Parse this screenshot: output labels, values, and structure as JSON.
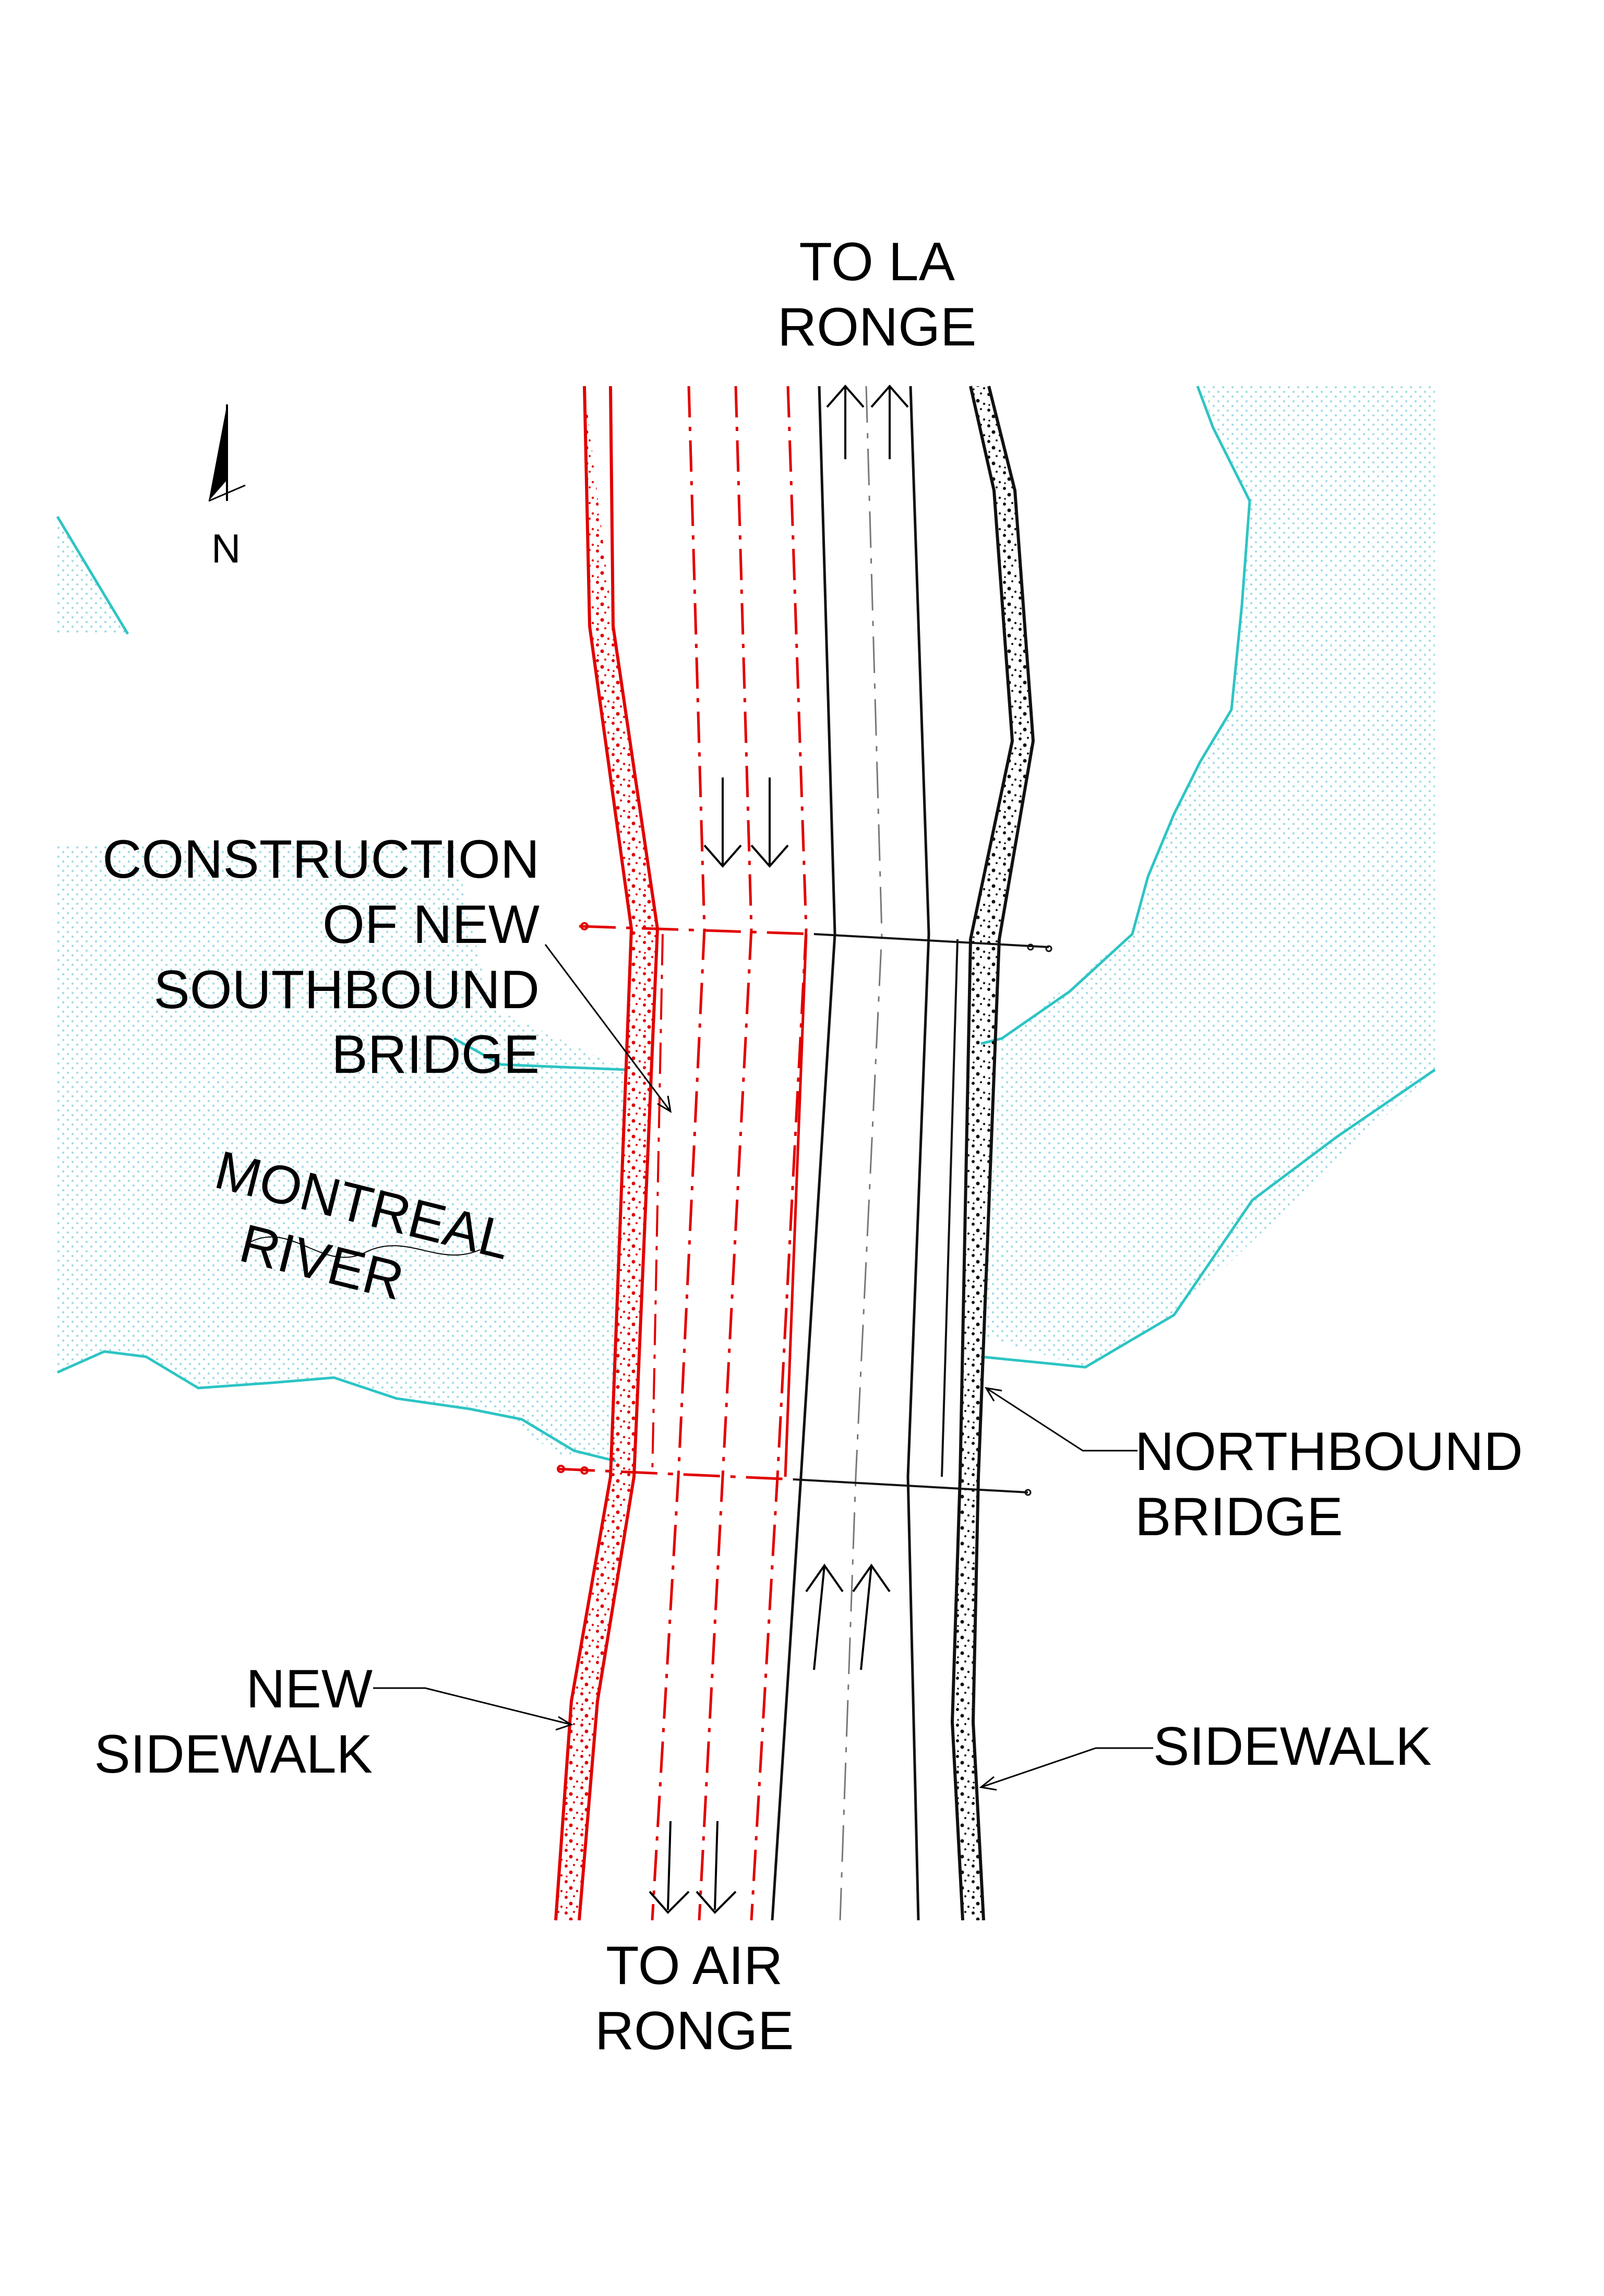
{
  "labels": {
    "north_arrow": "N",
    "to_la_ronge": [
      "TO LA",
      "RONGE"
    ],
    "to_air_ronge": [
      "TO AIR",
      "RONGE"
    ],
    "construction": [
      "CONSTRUCTION",
      "OF NEW",
      "SOUTHBOUND",
      "BRIDGE"
    ],
    "river": [
      "MONTREAL",
      "RIVER"
    ],
    "northbound_bridge": [
      "NORTHBOUND",
      "BRIDGE"
    ],
    "new_sidewalk": [
      "NEW",
      "SIDEWALK"
    ],
    "sidewalk": "SIDEWALK"
  },
  "colors": {
    "proposed": "#e10000",
    "existing": "#111111",
    "water_edge": "#2ec4c4",
    "water_fill": "#bfe9ef"
  }
}
